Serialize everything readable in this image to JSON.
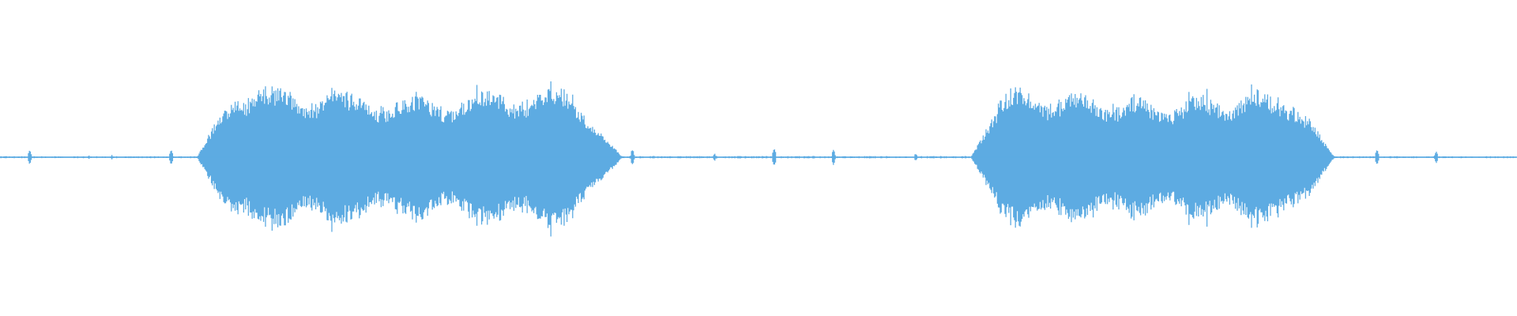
{
  "waveform": {
    "color": "#5DABE2",
    "background": "#FFFFFF",
    "channels": 1,
    "segments": [
      {
        "label": "",
        "kind": "noise",
        "start_fraction": 0.0,
        "end_fraction": 0.13,
        "level": 0.05
      },
      {
        "label": "",
        "kind": "speech",
        "start_fraction": 0.13,
        "end_fraction": 0.41,
        "level": 0.92
      },
      {
        "label": "",
        "kind": "noise",
        "start_fraction": 0.41,
        "end_fraction": 0.64,
        "level": 0.06
      },
      {
        "label": "",
        "kind": "speech",
        "start_fraction": 0.64,
        "end_fraction": 0.88,
        "level": 0.88
      },
      {
        "label": "",
        "kind": "noise",
        "start_fraction": 0.88,
        "end_fraction": 1.0,
        "level": 0.05
      }
    ]
  }
}
